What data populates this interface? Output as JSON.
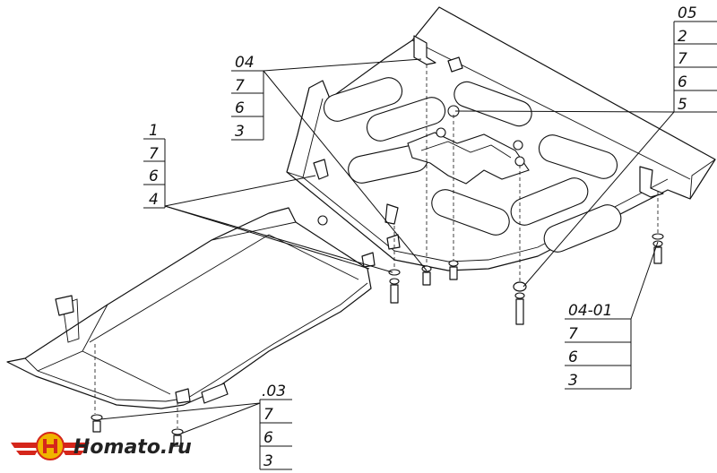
{
  "callouts": {
    "c05": {
      "items": [
        "05",
        "2",
        "7",
        "6",
        "5"
      ]
    },
    "c04": {
      "items": [
        "04",
        "7",
        "6",
        "3"
      ]
    },
    "c1": {
      "items": [
        "1",
        "7",
        "6",
        "4"
      ]
    },
    "c0401": {
      "items": [
        "04-01",
        "7",
        "6",
        "3"
      ]
    },
    "c03": {
      "items": [
        ".03",
        "7",
        "6",
        "3"
      ]
    }
  },
  "logo": {
    "text": "Homato.ru",
    "color_main": "#d5261b",
    "color_accent": "#f0b400"
  },
  "colors": {
    "line": "#111111",
    "background": "#ffffff"
  }
}
